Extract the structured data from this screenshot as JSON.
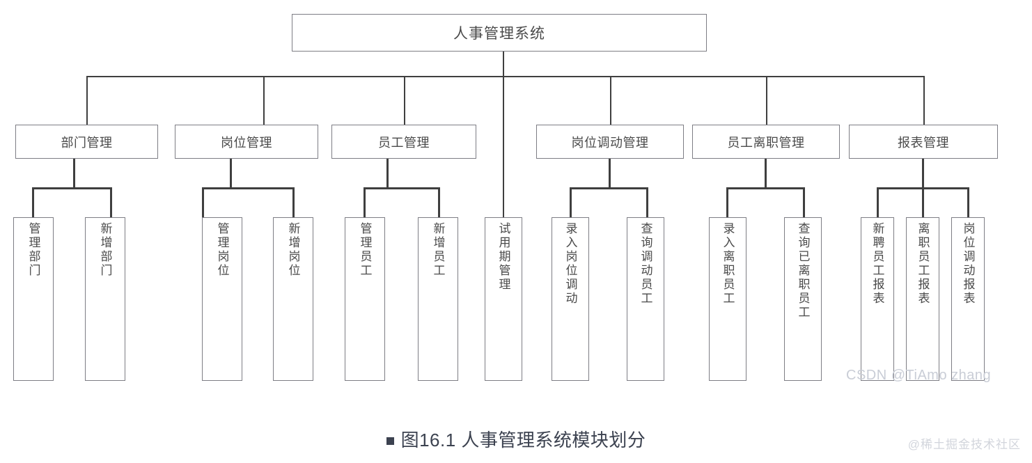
{
  "figure": {
    "caption": "图16.1 人事管理系统模块划分",
    "bullet": "square-bullet"
  },
  "watermarks": {
    "center": "CSDN @TiAmo zhang",
    "corner": "@稀土掘金技术社区"
  },
  "colors": {
    "box_border": "#7d7d84",
    "connector": "#3f3f3f",
    "text": "#4a4a4a",
    "caption_text": "#3c4250",
    "background": "#ffffff",
    "watermark": "#c9cdd6"
  },
  "tree": {
    "root": {
      "label": "人事管理系统"
    },
    "level2": [
      {
        "label": "部门管理"
      },
      {
        "label": "岗位管理"
      },
      {
        "label": "员工管理"
      },
      {
        "label": "岗位调动管理"
      },
      {
        "label": "员工离职管理"
      },
      {
        "label": "报表管理"
      }
    ],
    "leaves": [
      {
        "label": "管理部门",
        "parent": "部门管理"
      },
      {
        "label": "新增部门",
        "parent": "部门管理"
      },
      {
        "label": "管理岗位",
        "parent": "岗位管理"
      },
      {
        "label": "新增岗位",
        "parent": "岗位管理"
      },
      {
        "label": "管理员工",
        "parent": "员工管理"
      },
      {
        "label": "新增员工",
        "parent": "员工管理"
      },
      {
        "label": "试用期管理",
        "parent": "人事管理系统"
      },
      {
        "label": "录入岗位调动",
        "parent": "岗位调动管理"
      },
      {
        "label": "查询调动员工",
        "parent": "岗位调动管理"
      },
      {
        "label": "录入离职员工",
        "parent": "员工离职管理"
      },
      {
        "label": "查询已离职员工",
        "parent": "员工离职管理"
      },
      {
        "label": "新聘员工报表",
        "parent": "报表管理"
      },
      {
        "label": "离职员工报表",
        "parent": "报表管理"
      },
      {
        "label": "岗位调动报表",
        "parent": "报表管理"
      }
    ]
  }
}
